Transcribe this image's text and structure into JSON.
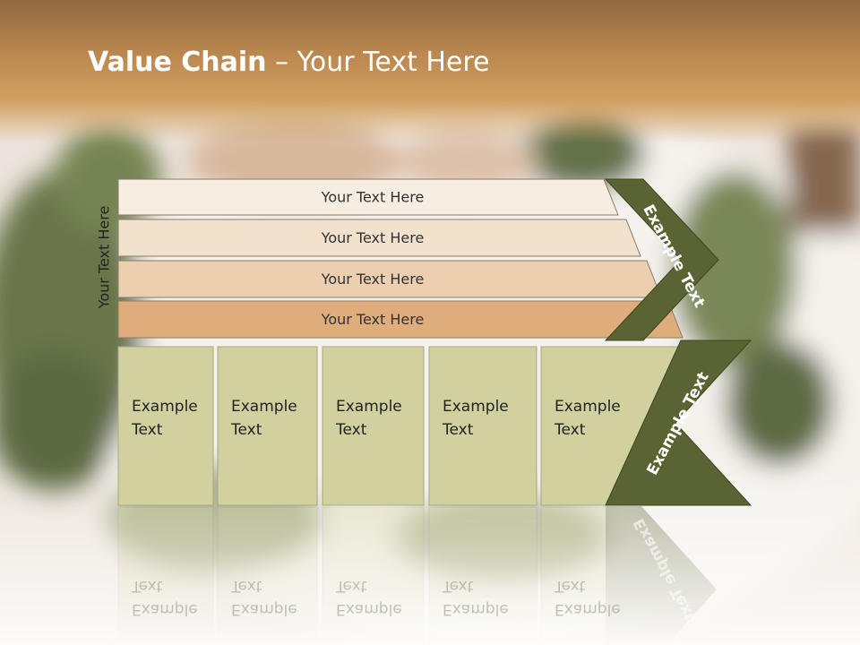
{
  "title": {
    "bold": "Value Chain",
    "rest": " – Your Text Here"
  },
  "side_label": "Your Text Here",
  "bars": [
    {
      "label": "Your Text Here",
      "color": "#f6ede3"
    },
    {
      "label": "Your Text Here",
      "color": "#f2e1cd"
    },
    {
      "label": "Your Text Here",
      "color": "#ebcfae"
    },
    {
      "label": "Your Text Here",
      "color": "#dfad7b"
    }
  ],
  "boxes": [
    {
      "line1": "Example",
      "line2": "Text"
    },
    {
      "line1": "Example",
      "line2": "Text"
    },
    {
      "line1": "Example",
      "line2": "Text"
    },
    {
      "line1": "Example",
      "line2": "Text"
    },
    {
      "line1": "Example",
      "line2": "Text"
    }
  ],
  "chevrons": [
    {
      "label": "Example Text"
    },
    {
      "label": "Example Text"
    }
  ],
  "colors": {
    "box_fill": "#d1d19f",
    "box_stroke": "#a8a880",
    "chevron_fill": "#5a6332",
    "title_band": "#b8864e"
  }
}
